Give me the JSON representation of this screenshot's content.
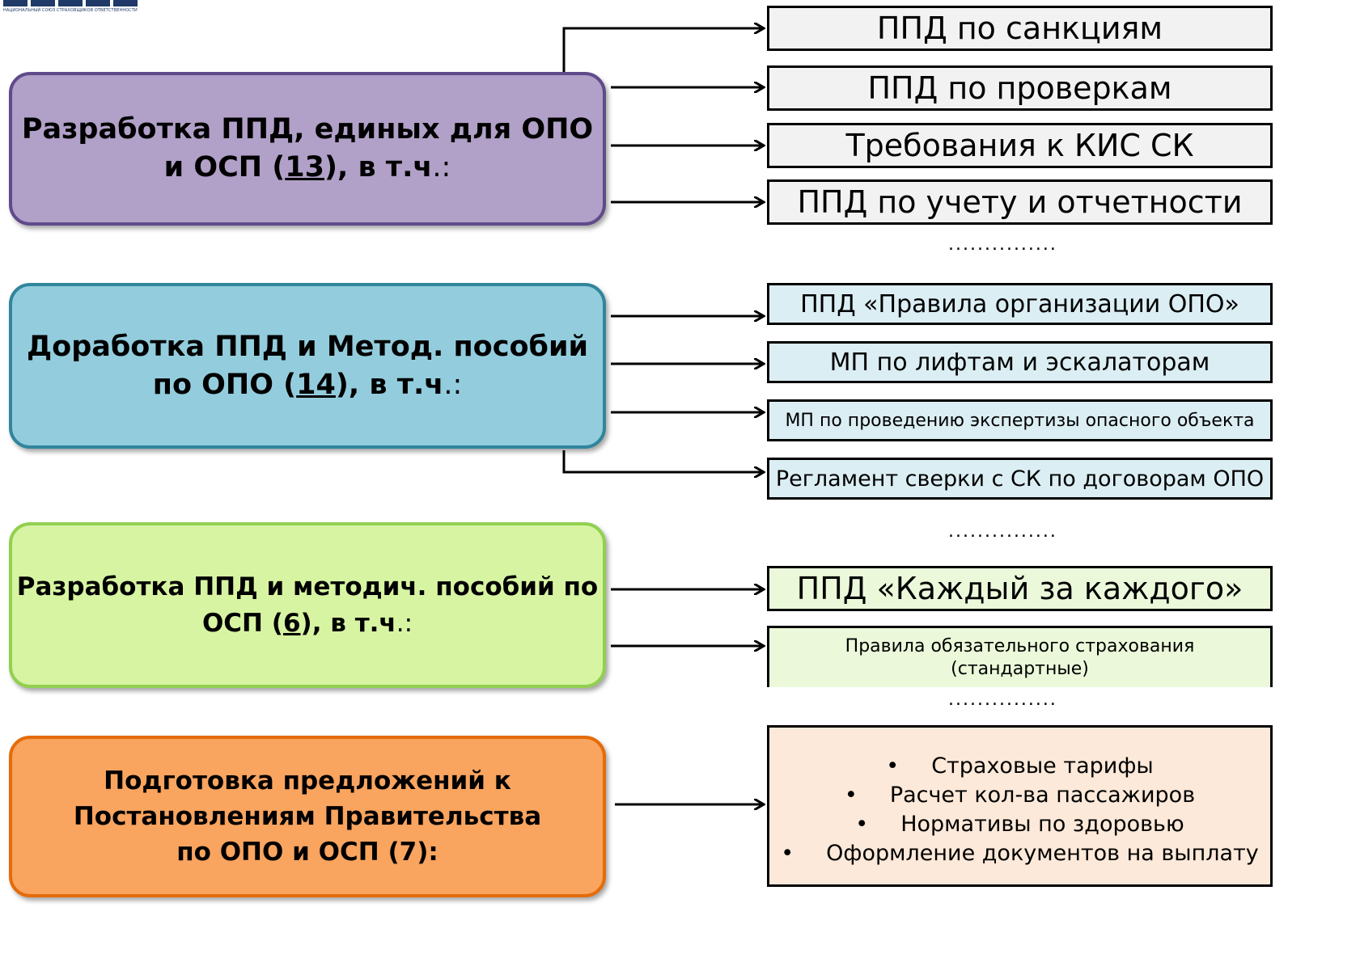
{
  "logo": {
    "text": "НАЦИОНАЛЬНЫЙ СОЮЗ СТРАХОВЩИКОВ ОТВЕТСТВЕННОСТИ"
  },
  "groups": [
    {
      "pre": "Разработка ППД, единых для ОПО и ОСП (",
      "num": "13",
      "post": "), в т.ч",
      "tail": ".:"
    },
    {
      "pre": "Доработка ППД и Метод. пособий по ОПО (",
      "num": "14",
      "post": "), в т.ч",
      "tail": ".:"
    },
    {
      "pre": "Разработка ППД и методич. пособий по ОСП (",
      "num": "6",
      "post": "), в т.ч",
      "tail": ".:"
    },
    {
      "text": "Подготовка предложений к Постановлениям Правительства по ОПО и ОСП (7):"
    }
  ],
  "items": {
    "g1": [
      "ППД по санкциям",
      "ППД по проверкам",
      "Требования к КИС СК",
      "ППД по учету и отчетности"
    ],
    "g2": [
      "ППД «Правила организации ОПО»",
      "МП по лифтам и эскалаторам",
      "МП по проведению экспертизы опасного объекта",
      "Регламент сверки с СК по договорам ОПО"
    ],
    "g3": [
      "ППД «Каждый за каждого»",
      "Правила обязательного страхования (стандартные)"
    ],
    "g4": [
      "Страховые тарифы",
      "Расчет кол-ва пассажиров",
      "Нормативы по здоровью",
      "Оформление документов на выплату"
    ]
  },
  "ellipsis": "..............."
}
